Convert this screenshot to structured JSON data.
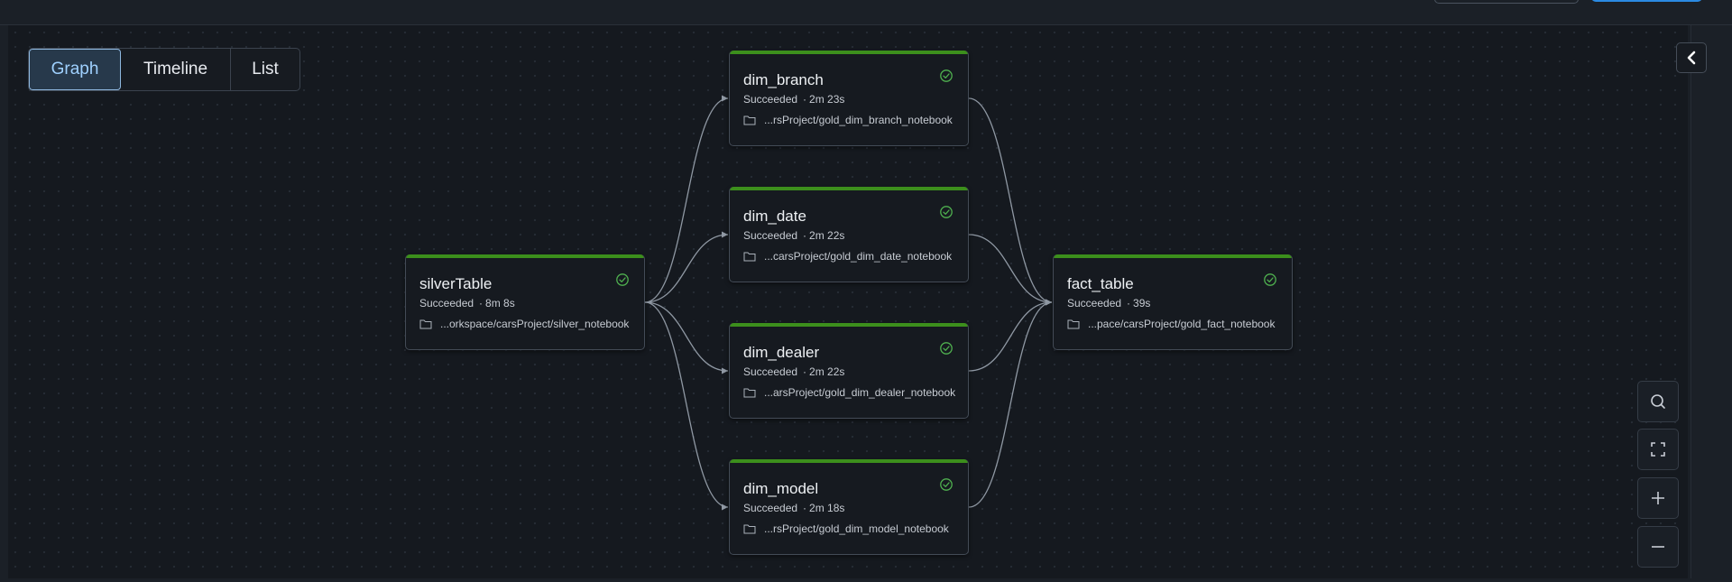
{
  "view_tabs": [
    {
      "label": "Graph",
      "active": true
    },
    {
      "label": "Timeline",
      "active": false
    },
    {
      "label": "List",
      "active": false
    }
  ],
  "colors": {
    "success_bar": "#3c8f1c",
    "success_icon": "#4fb04f",
    "edge": "#8f98a3",
    "active_tab_text": "#9fd1ff",
    "primary_button": "#2b8ae2"
  },
  "icons": {
    "collapse": "chevron-left-icon",
    "zoom_controls": [
      "search-icon",
      "fit-screen-icon",
      "zoom-in-icon",
      "zoom-out-icon"
    ],
    "task_status": "check-circle-icon",
    "task_path": "folder-icon"
  },
  "tasks": [
    {
      "name": "silverTable",
      "status": "Succeeded",
      "duration": "8m 8s",
      "path": "...orkspace/carsProject/silver_notebook"
    },
    {
      "name": "dim_branch",
      "status": "Succeeded",
      "duration": "2m 23s",
      "path": "...rsProject/gold_dim_branch_notebook"
    },
    {
      "name": "dim_date",
      "status": "Succeeded",
      "duration": "2m 22s",
      "path": "...carsProject/gold_dim_date_notebook"
    },
    {
      "name": "dim_dealer",
      "status": "Succeeded",
      "duration": "2m 22s",
      "path": "...arsProject/gold_dim_dealer_notebook"
    },
    {
      "name": "dim_model",
      "status": "Succeeded",
      "duration": "2m 18s",
      "path": "...rsProject/gold_dim_model_notebook"
    },
    {
      "name": "fact_table",
      "status": "Succeeded",
      "duration": "39s",
      "path": "...pace/carsProject/gold_fact_notebook"
    }
  ],
  "dependencies": [
    [
      "silverTable",
      "dim_branch"
    ],
    [
      "silverTable",
      "dim_date"
    ],
    [
      "silverTable",
      "dim_dealer"
    ],
    [
      "silverTable",
      "dim_model"
    ],
    [
      "dim_branch",
      "fact_table"
    ],
    [
      "dim_date",
      "fact_table"
    ],
    [
      "dim_dealer",
      "fact_table"
    ],
    [
      "dim_model",
      "fact_table"
    ]
  ]
}
